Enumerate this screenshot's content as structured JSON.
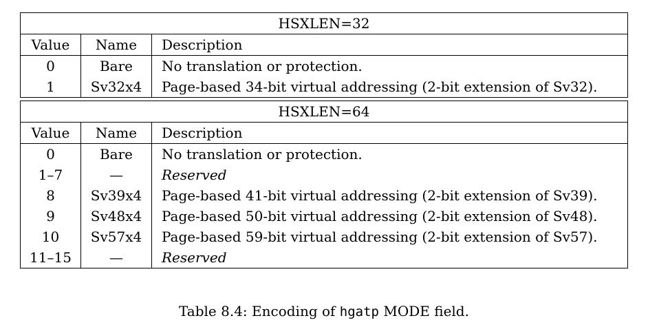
{
  "table32": {
    "title": "HSXLEN=32",
    "headers": [
      "Value",
      "Name",
      "Description"
    ],
    "rows": [
      {
        "value": "0",
        "name": "Bare",
        "description": "No translation or protection.",
        "reserved": false
      },
      {
        "value": "1",
        "name": "Sv32x4",
        "description": "Page-based 34-bit virtual addressing (2-bit extension of Sv32).",
        "reserved": false
      }
    ]
  },
  "table64": {
    "title": "HSXLEN=64",
    "headers": [
      "Value",
      "Name",
      "Description"
    ],
    "rows": [
      {
        "value": "0",
        "name": "Bare",
        "description": "No translation or protection.",
        "reserved": false
      },
      {
        "value": "1–7",
        "name": "—",
        "description": "Reserved",
        "reserved": true
      },
      {
        "value": "8",
        "name": "Sv39x4",
        "description": "Page-based 41-bit virtual addressing (2-bit extension of Sv39).",
        "reserved": false
      },
      {
        "value": "9",
        "name": "Sv48x4",
        "description": "Page-based 50-bit virtual addressing (2-bit extension of Sv48).",
        "reserved": false
      },
      {
        "value": "10",
        "name": "Sv57x4",
        "description": "Page-based 59-bit virtual addressing (2-bit extension of Sv57).",
        "reserved": false
      },
      {
        "value": "11–15",
        "name": "—",
        "description": "Reserved",
        "reserved": true
      }
    ]
  },
  "caption": {
    "prefix": "Table 8.4: Encoding of ",
    "code": "hgatp",
    "suffix": " MODE field."
  }
}
